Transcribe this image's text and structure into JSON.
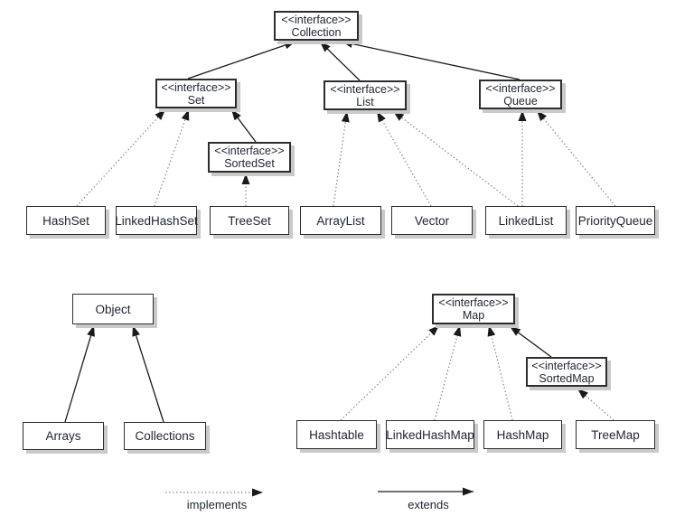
{
  "diagram": {
    "nodes": {
      "collection": {
        "stereotype": "<<interface>>",
        "label": "Collection"
      },
      "set": {
        "stereotype": "<<interface>>",
        "label": "Set"
      },
      "list": {
        "stereotype": "<<interface>>",
        "label": "List"
      },
      "queue": {
        "stereotype": "<<interface>>",
        "label": "Queue"
      },
      "sortedset": {
        "stereotype": "<<interface>>",
        "label": "SortedSet"
      },
      "hashset": {
        "label": "HashSet"
      },
      "linkedhashset": {
        "label": "LinkedHashSet"
      },
      "treeset": {
        "label": "TreeSet"
      },
      "arraylist": {
        "label": "ArrayList"
      },
      "vector": {
        "label": "Vector"
      },
      "linkedlist": {
        "label": "LinkedList"
      },
      "priorityqueue": {
        "label": "PriorityQueue"
      },
      "object": {
        "label": "Object"
      },
      "arrays": {
        "label": "Arrays"
      },
      "collections": {
        "label": "Collections"
      },
      "map": {
        "stereotype": "<<interface>>",
        "label": "Map"
      },
      "sortedmap": {
        "stereotype": "<<interface>>",
        "label": "SortedMap"
      },
      "hashtable": {
        "label": "Hashtable"
      },
      "linkedhashmap": {
        "label": "LinkedHashMap"
      },
      "hashmap": {
        "label": "HashMap"
      },
      "treemap": {
        "label": "TreeMap"
      }
    },
    "edges": [
      {
        "from": "set",
        "to": "collection",
        "relation": "extends"
      },
      {
        "from": "list",
        "to": "collection",
        "relation": "extends"
      },
      {
        "from": "queue",
        "to": "collection",
        "relation": "extends"
      },
      {
        "from": "sortedset",
        "to": "set",
        "relation": "extends"
      },
      {
        "from": "hashset",
        "to": "set",
        "relation": "implements"
      },
      {
        "from": "linkedhashset",
        "to": "set",
        "relation": "implements"
      },
      {
        "from": "treeset",
        "to": "sortedset",
        "relation": "implements"
      },
      {
        "from": "arraylist",
        "to": "list",
        "relation": "implements"
      },
      {
        "from": "vector",
        "to": "list",
        "relation": "implements"
      },
      {
        "from": "linkedlist",
        "to": "list",
        "relation": "implements"
      },
      {
        "from": "linkedlist",
        "to": "queue",
        "relation": "implements"
      },
      {
        "from": "priorityqueue",
        "to": "queue",
        "relation": "implements"
      },
      {
        "from": "arrays",
        "to": "object",
        "relation": "extends"
      },
      {
        "from": "collections",
        "to": "object",
        "relation": "extends"
      },
      {
        "from": "sortedmap",
        "to": "map",
        "relation": "extends"
      },
      {
        "from": "hashtable",
        "to": "map",
        "relation": "implements"
      },
      {
        "from": "linkedhashmap",
        "to": "map",
        "relation": "implements"
      },
      {
        "from": "hashmap",
        "to": "map",
        "relation": "implements"
      },
      {
        "from": "treemap",
        "to": "sortedmap",
        "relation": "implements"
      }
    ],
    "legend": {
      "implements": "implements",
      "extends": "extends"
    },
    "colors": {
      "box_background": "#ffffff",
      "box_border": "#2d2d2d",
      "box_shadow": "#c9c9c9",
      "text": "#1e2430",
      "solid_line": "#1a1a1a",
      "dotted_line": "#7d7d7d"
    }
  }
}
